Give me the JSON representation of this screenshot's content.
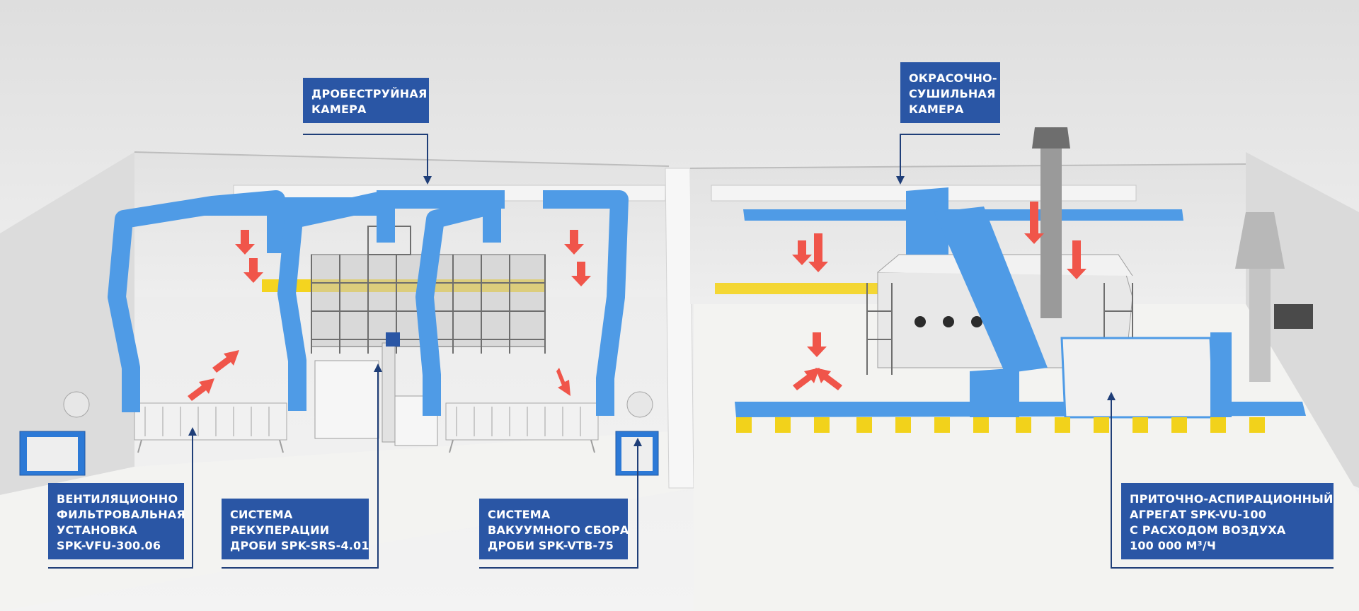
{
  "labels": {
    "shot_blast": {
      "lines": [
        "ДРОБЕСТРУЙНАЯ",
        "КАМЕРА"
      ]
    },
    "paint_dry": {
      "lines": [
        "ОКРАСОЧНО-",
        "СУШИЛЬНАЯ",
        "КАМЕРА"
      ]
    },
    "vent_filter": {
      "lines": [
        "ВЕНТИЛЯЦИОННО",
        "ФИЛЬТРОВАЛЬНАЯ",
        "УСТАНОВКА",
        "SPK-VFU-300.06"
      ]
    },
    "recuperation": {
      "lines": [
        "СИСТЕМА",
        "РЕКУПЕРАЦИИ",
        "ДРОБИ SPK-SRS-4.01"
      ]
    },
    "vacuum": {
      "lines": [
        "СИСТЕМА",
        "ВАКУУМНОГО СБОРА",
        "ДРОБИ SPK-VTB-75"
      ]
    },
    "supply_unit": {
      "lines": [
        "ПРИТОЧНО-АСПИРАЦИОННЫЙ",
        "АГРЕГАТ SPK-VU-100",
        "С РАСХОДОМ ВОЗДУХА",
        "100 000 м³/ч"
      ]
    }
  },
  "colors": {
    "label_bg": "#2a56a5",
    "leader_line": "#1f3e78",
    "duct": "#4f9be6",
    "arrow": "#f0554a",
    "floor": "#f3f3f1",
    "wall": "#e6e6e6",
    "support": "#f2d21b"
  }
}
